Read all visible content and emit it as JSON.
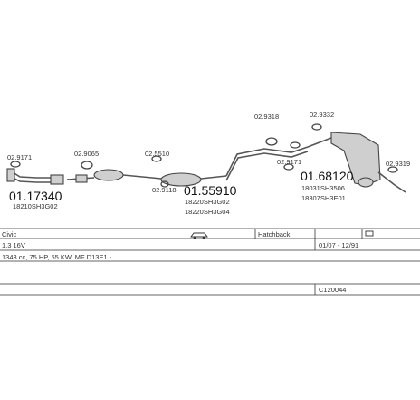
{
  "parts": {
    "p1_ref": "02.9171",
    "p2_ref": "02.9065",
    "p3_ref": "02.5510",
    "p4_ref": "02.9118",
    "p5_ref": "02.9318",
    "p6_ref": "02.9332",
    "p7_ref": "02.9171",
    "p8_ref": "02.9319",
    "front_number": "01.17340",
    "front_code": "18210SH3G02",
    "center_number": "01.55910",
    "center_code_1": "18220SH3G02",
    "center_code_2": "18220SH3G04",
    "rear_number": "01.68120",
    "rear_code_1": "18031SH3506",
    "rear_code_2": "18307SH3E01"
  },
  "table": {
    "model": "Civic",
    "body_type": "Hatchback",
    "engine": "1.3 16V",
    "dates": "01/07 - 12/91",
    "spec": "1343 cc, 75 HP, 55 KW, MF D13E1 -",
    "diagram_code": "C120044"
  }
}
